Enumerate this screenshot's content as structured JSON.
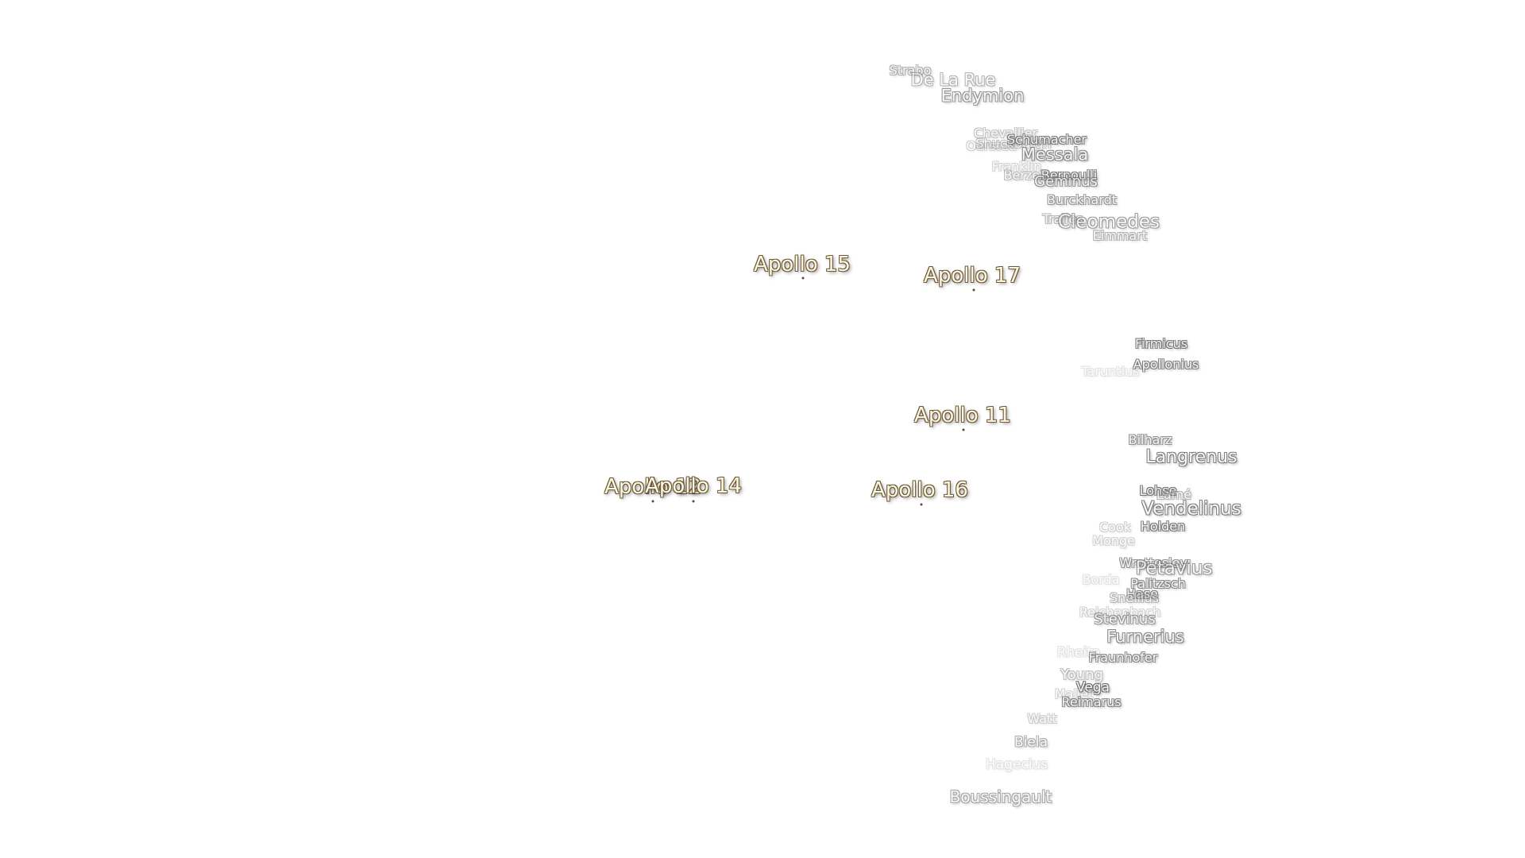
{
  "apollo_sites": [
    {
      "name": "Apollo 15"
    },
    {
      "name": "Apollo 17"
    },
    {
      "name": "Apollo 11"
    },
    {
      "name": "Apollo 16"
    },
    {
      "name": "Apollo 12"
    },
    {
      "name": "Apollo 14"
    }
  ],
  "craters": [
    {
      "name": "Strabo"
    },
    {
      "name": "De La Rue"
    },
    {
      "name": "Endymion"
    },
    {
      "name": "Chevallier"
    },
    {
      "name": "Oersted"
    },
    {
      "name": "Shuckburgh"
    },
    {
      "name": "Schumacher"
    },
    {
      "name": "Messala"
    },
    {
      "name": "Franklin"
    },
    {
      "name": "Berzelius"
    },
    {
      "name": "Bernoulli"
    },
    {
      "name": "Geminus"
    },
    {
      "name": "Burckhardt"
    },
    {
      "name": "Tralles"
    },
    {
      "name": "Cleomedes"
    },
    {
      "name": "Eimmart"
    },
    {
      "name": "Firmicus"
    },
    {
      "name": "Apollonius"
    },
    {
      "name": "Taruntius"
    },
    {
      "name": "Bilharz"
    },
    {
      "name": "Langrenus"
    },
    {
      "name": "Lohse"
    },
    {
      "name": "Lamé"
    },
    {
      "name": "Vendelinus"
    },
    {
      "name": "Cook"
    },
    {
      "name": "Holden"
    },
    {
      "name": "Monge"
    },
    {
      "name": "Wrottesley"
    },
    {
      "name": "Petavius"
    },
    {
      "name": "Palitzsch"
    },
    {
      "name": "Borda"
    },
    {
      "name": "Hase"
    },
    {
      "name": "Snellius"
    },
    {
      "name": "Reichenbach"
    },
    {
      "name": "Stevinus"
    },
    {
      "name": "Furnerius"
    },
    {
      "name": "Rheita"
    },
    {
      "name": "Fraunhofer"
    },
    {
      "name": "Young"
    },
    {
      "name": "Vega"
    },
    {
      "name": "Mallet"
    },
    {
      "name": "Reimarus"
    },
    {
      "name": "Watt"
    },
    {
      "name": "Biela"
    },
    {
      "name": "Hagecius"
    },
    {
      "name": "Boussingault"
    }
  ]
}
